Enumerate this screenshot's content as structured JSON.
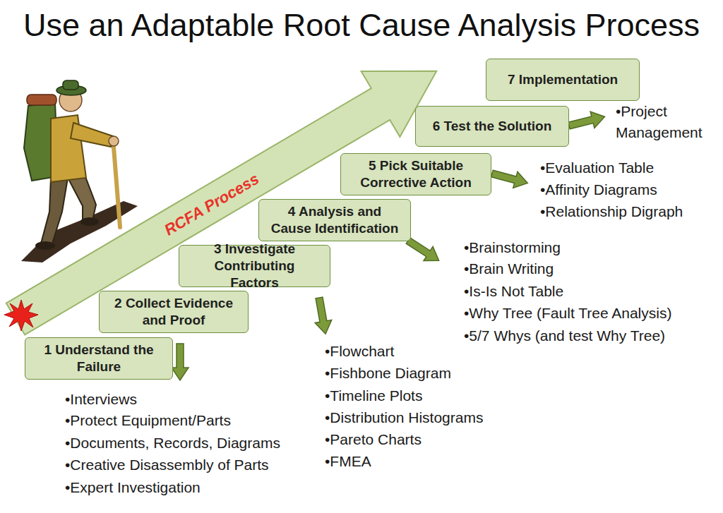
{
  "diagram": {
    "title": "Use an Adaptable Root Cause Analysis Process",
    "nodes": [
      {
        "text": [
          "1 Understand the Failure"
        ]
      },
      {
        "text": [
          "2 Collect Evidence and Proof"
        ]
      },
      {
        "text": [
          "3 Investigate Contributing Factors"
        ]
      },
      {
        "text": [
          "4 Analysis and Cause Identification"
        ]
      },
      {
        "text": [
          "5 Pick Suitable Corrective Action"
        ]
      },
      {
        "text": [
          "6 Test the Solution"
        ]
      },
      {
        "text": [
          "7 Implementation"
        ]
      }
    ],
    "labels": [
      "RCFA Process",
      "•Interviews",
      "•Protect Equipment/Parts",
      "•Documents, Records, Diagrams",
      "•Creative Disassembly of Parts",
      "•Expert Investigation",
      "•Flowchart",
      "•Fishbone Diagram",
      "•Timeline Plots",
      "•Distribution Histograms",
      "•Pareto Charts",
      "•FMEA",
      "•Brainstorming",
      "•Brain Writing",
      "•Is-Is Not Table",
      "•Why Tree (Fault Tree Analysis)",
      "•5/7 Whys (and test Why Tree)",
      "•Evaluation Table",
      "•Affinity Diagrams",
      "•Relationship Digraph",
      "•Project Management"
    ]
  }
}
